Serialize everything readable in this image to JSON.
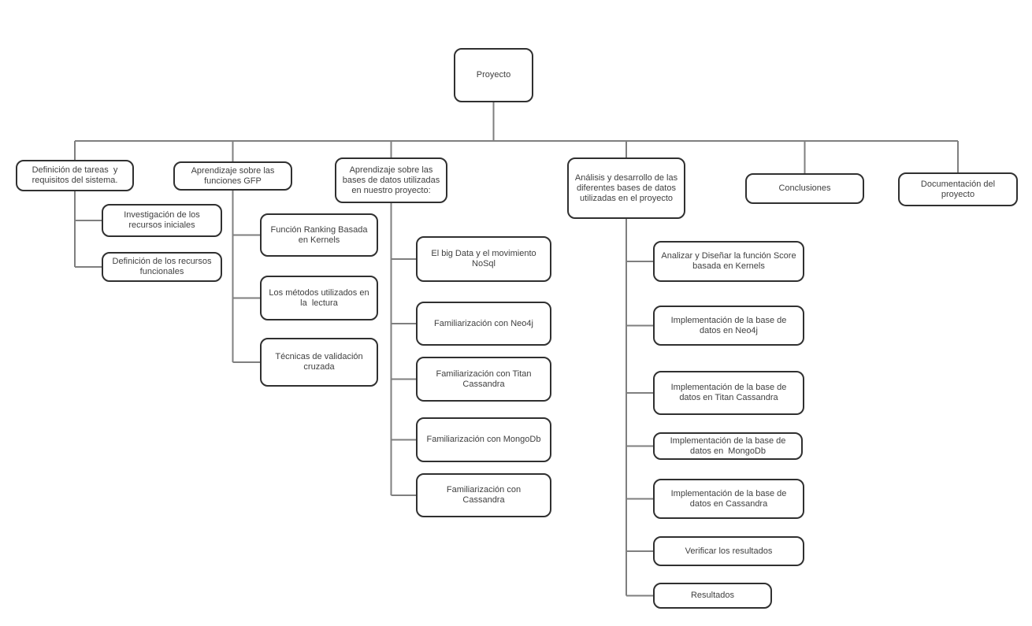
{
  "colors": {
    "background": "#ffffff",
    "node_fill": "#ffffff",
    "node_border": "#303030",
    "connector": "#7f7f7f",
    "text": "#404040"
  },
  "diagram": {
    "type": "tree-org-chart",
    "root": {
      "label": "Proyecto"
    },
    "branches": [
      {
        "label": "Definición de tareas  y requisitos del sistema.",
        "children": [
          "Investigación de los recursos iniciales",
          "Definición de los recursos funcionales"
        ]
      },
      {
        "label": "Aprendizaje sobre las funciones GFP",
        "children": [
          "Función Ranking Basada en Kernels",
          "Los métodos utilizados en la  lectura",
          "Técnicas de validación cruzada"
        ]
      },
      {
        "label": "Aprendizaje sobre las bases de datos utilizadas en nuestro proyecto:",
        "children": [
          "El big Data y el movimiento NoSql",
          "Familiarización con Neo4j",
          "Familiarización con Titan Cassandra",
          "Familiarización con MongoDb",
          "Familiarización con Cassandra"
        ]
      },
      {
        "label": "Análisis y desarrollo de las diferentes bases de datos utilizadas en el proyecto",
        "children": [
          "Analizar y Diseñar la función Score basada en Kernels",
          "Implementación de la base de datos en Neo4j",
          "Implementación de la base de datos en Titan Cassandra",
          "Implementación de la base de datos en  MongoDb",
          "Implementación de la base de datos en Cassandra",
          "Verificar los resultados",
          "Resultados"
        ]
      },
      {
        "label": "Conclusiones",
        "children": []
      },
      {
        "label": "Documentación del proyecto",
        "children": []
      }
    ]
  }
}
